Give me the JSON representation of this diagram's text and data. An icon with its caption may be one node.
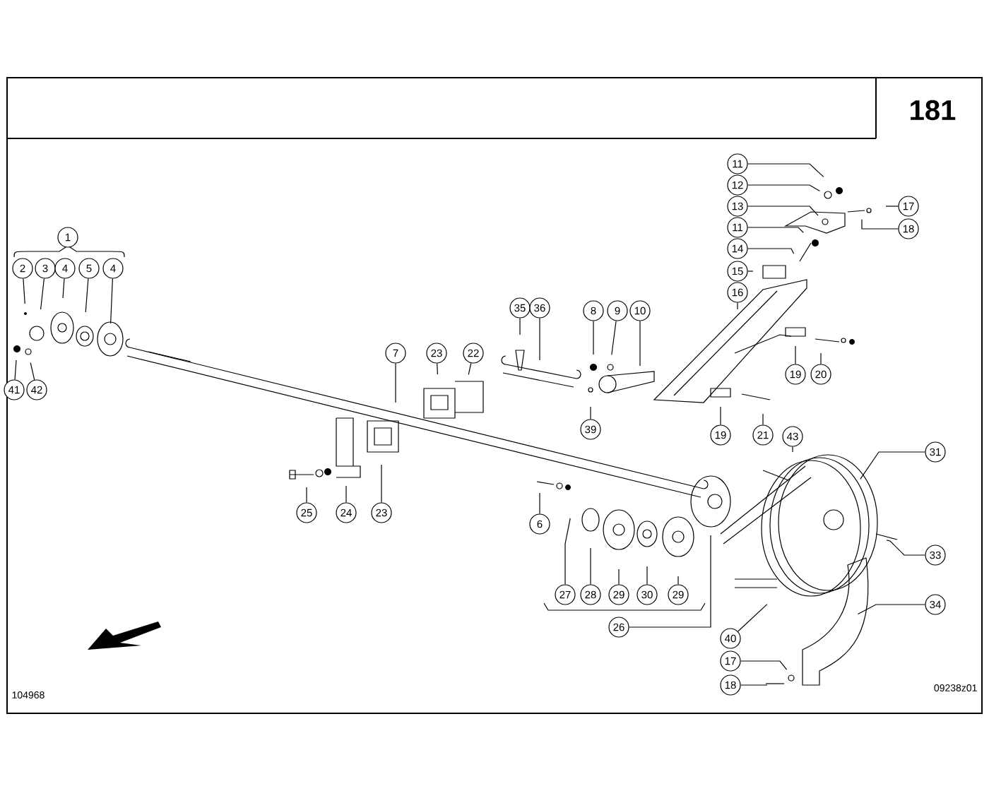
{
  "diagram": {
    "nodes": [
      {
        "text": [
          "1"
        ]
      },
      {
        "text": [
          "2"
        ]
      },
      {
        "text": [
          "3"
        ]
      },
      {
        "text": [
          "4"
        ]
      },
      {
        "text": [
          "5"
        ]
      },
      {
        "text": [
          "4"
        ]
      },
      {
        "text": [
          "41"
        ]
      },
      {
        "text": [
          "42"
        ]
      },
      {
        "text": [
          "7"
        ]
      },
      {
        "text": [
          "23"
        ]
      },
      {
        "text": [
          "22"
        ]
      },
      {
        "text": [
          "23"
        ]
      },
      {
        "text": [
          "24"
        ]
      },
      {
        "text": [
          "25"
        ]
      },
      {
        "text": [
          "35"
        ]
      },
      {
        "text": [
          "36"
        ]
      },
      {
        "text": [
          "8"
        ]
      },
      {
        "text": [
          "9"
        ]
      },
      {
        "text": [
          "10"
        ]
      },
      {
        "text": [
          "39"
        ]
      },
      {
        "text": [
          "11"
        ]
      },
      {
        "text": [
          "12"
        ]
      },
      {
        "text": [
          "13"
        ]
      },
      {
        "text": [
          "11"
        ]
      },
      {
        "text": [
          "14"
        ]
      },
      {
        "text": [
          "15"
        ]
      },
      {
        "text": [
          "16"
        ]
      },
      {
        "text": [
          "17"
        ]
      },
      {
        "text": [
          "18"
        ]
      },
      {
        "text": [
          "19"
        ]
      },
      {
        "text": [
          "20"
        ]
      },
      {
        "text": [
          "19"
        ]
      },
      {
        "text": [
          "21"
        ]
      },
      {
        "text": [
          "43"
        ]
      },
      {
        "text": [
          "31"
        ]
      },
      {
        "text": [
          "33"
        ]
      },
      {
        "text": [
          "6"
        ]
      },
      {
        "text": [
          "27"
        ]
      },
      {
        "text": [
          "28"
        ]
      },
      {
        "text": [
          "29"
        ]
      },
      {
        "text": [
          "30"
        ]
      },
      {
        "text": [
          "29"
        ]
      },
      {
        "text": [
          "26"
        ]
      },
      {
        "text": [
          "34"
        ]
      },
      {
        "text": [
          "40"
        ]
      },
      {
        "text": [
          "17"
        ]
      },
      {
        "text": [
          "18"
        ]
      }
    ],
    "edges": [
      {
        "from": 1,
        "to": null,
        "arrow": "none"
      },
      {
        "from": 2,
        "to": null,
        "arrow": "none"
      },
      {
        "from": 3,
        "to": null,
        "arrow": "none"
      },
      {
        "from": 4,
        "to": null,
        "arrow": "none"
      },
      {
        "from": 5,
        "to": null,
        "arrow": "none"
      },
      {
        "from": 6,
        "to": null,
        "arrow": "none"
      },
      {
        "from": 7,
        "to": null,
        "arrow": "none"
      },
      {
        "from": 8,
        "to": null,
        "arrow": "none"
      },
      {
        "from": 9,
        "to": null,
        "arrow": "none"
      },
      {
        "from": 10,
        "to": null,
        "arrow": "none"
      },
      {
        "from": 11,
        "to": null,
        "arrow": "none"
      },
      {
        "from": 12,
        "to": null,
        "arrow": "none"
      },
      {
        "from": 13,
        "to": null,
        "arrow": "none"
      },
      {
        "from": 14,
        "to": null,
        "arrow": "none"
      },
      {
        "from": 15,
        "to": null,
        "arrow": "none"
      },
      {
        "from": 16,
        "to": null,
        "arrow": "none"
      },
      {
        "from": 17,
        "to": null,
        "arrow": "none"
      },
      {
        "from": 18,
        "to": null,
        "arrow": "none"
      },
      {
        "from": 19,
        "to": null,
        "arrow": "none"
      },
      {
        "from": 20,
        "to": null,
        "arrow": "none"
      },
      {
        "from": 21,
        "to": null,
        "arrow": "none"
      },
      {
        "from": 22,
        "to": null,
        "arrow": "none"
      },
      {
        "from": 23,
        "to": null,
        "arrow": "none"
      },
      {
        "from": 24,
        "to": null,
        "arrow": "none"
      },
      {
        "from": 25,
        "to": null,
        "arrow": "none"
      },
      {
        "from": 26,
        "to": null,
        "arrow": "none"
      },
      {
        "from": 27,
        "to": null,
        "arrow": "none"
      },
      {
        "from": 28,
        "to": null,
        "arrow": "none"
      },
      {
        "from": 29,
        "to": null,
        "arrow": "none"
      },
      {
        "from": 30,
        "to": null,
        "arrow": "none"
      },
      {
        "from": 31,
        "to": null,
        "arrow": "none"
      },
      {
        "from": 32,
        "to": null,
        "arrow": "none"
      },
      {
        "from": 33,
        "to": null,
        "arrow": "none"
      },
      {
        "from": 34,
        "to": null,
        "arrow": "none"
      },
      {
        "from": 35,
        "to": null,
        "arrow": "none"
      },
      {
        "from": 36,
        "to": null,
        "arrow": "none"
      },
      {
        "from": 37,
        "to": null,
        "arrow": "none"
      },
      {
        "from": 38,
        "to": null,
        "arrow": "none"
      },
      {
        "from": 39,
        "to": null,
        "arrow": "none"
      },
      {
        "from": 40,
        "to": null,
        "arrow": "none"
      },
      {
        "from": 41,
        "to": null,
        "arrow": "none"
      },
      {
        "from": 42,
        "to": null,
        "arrow": "none"
      },
      {
        "from": 43,
        "to": null,
        "arrow": "none"
      },
      {
        "from": 44,
        "to": null,
        "arrow": "none"
      },
      {
        "from": 45,
        "to": null,
        "arrow": "none"
      },
      {
        "from": 46,
        "to": null,
        "arrow": "none"
      }
    ],
    "labels": [
      "181",
      "104968",
      "09238z01"
    ]
  }
}
